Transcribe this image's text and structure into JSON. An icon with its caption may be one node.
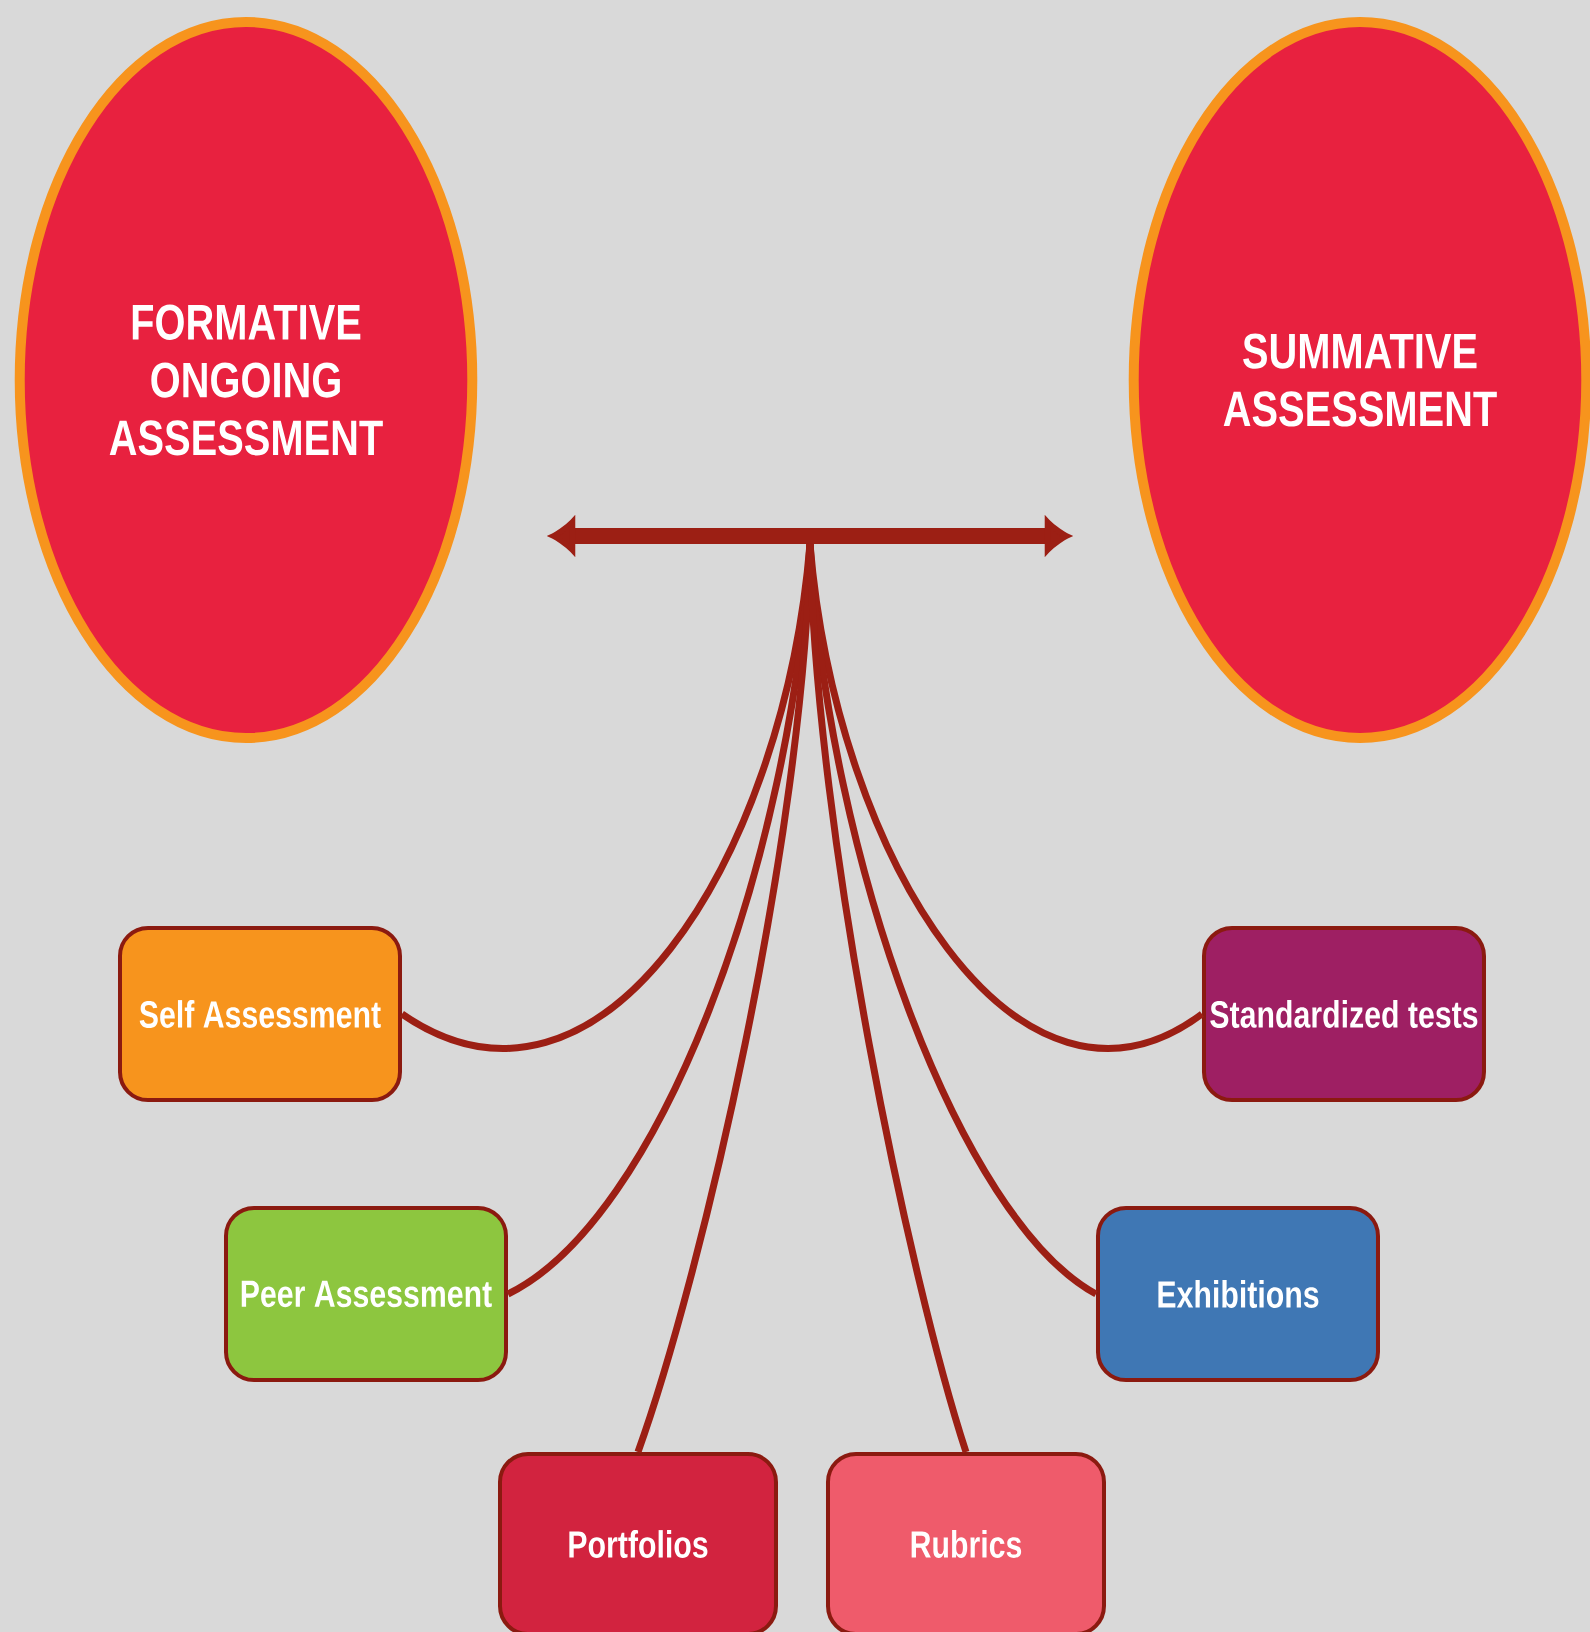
{
  "diagram": {
    "nodes": [
      {
        "text": [
          "FORMATIVE ONGOING ASSESSMENT"
        ]
      },
      {
        "text": [
          "SUMMATIVE ASSESSMENT"
        ]
      },
      {
        "text": [
          "Self Assessment"
        ]
      },
      {
        "text": [
          "Standardized tests"
        ]
      },
      {
        "text": [
          "Peer Assessment"
        ]
      },
      {
        "text": [
          "Exhibitions"
        ]
      },
      {
        "text": [
          "Portfolios"
        ]
      },
      {
        "text": [
          "Rubrics"
        ]
      }
    ],
    "edges": [
      {
        "from": 0,
        "to": 1,
        "arrow": "both",
        "style": "thick"
      },
      {
        "from": null,
        "to": 2,
        "arrow": "none"
      },
      {
        "from": null,
        "to": 3,
        "arrow": "none"
      },
      {
        "from": null,
        "to": 4,
        "arrow": "none"
      },
      {
        "from": null,
        "to": 5,
        "arrow": "none"
      },
      {
        "from": null,
        "to": 6,
        "arrow": "none"
      },
      {
        "from": null,
        "to": 7,
        "arrow": "none"
      }
    ]
  }
}
